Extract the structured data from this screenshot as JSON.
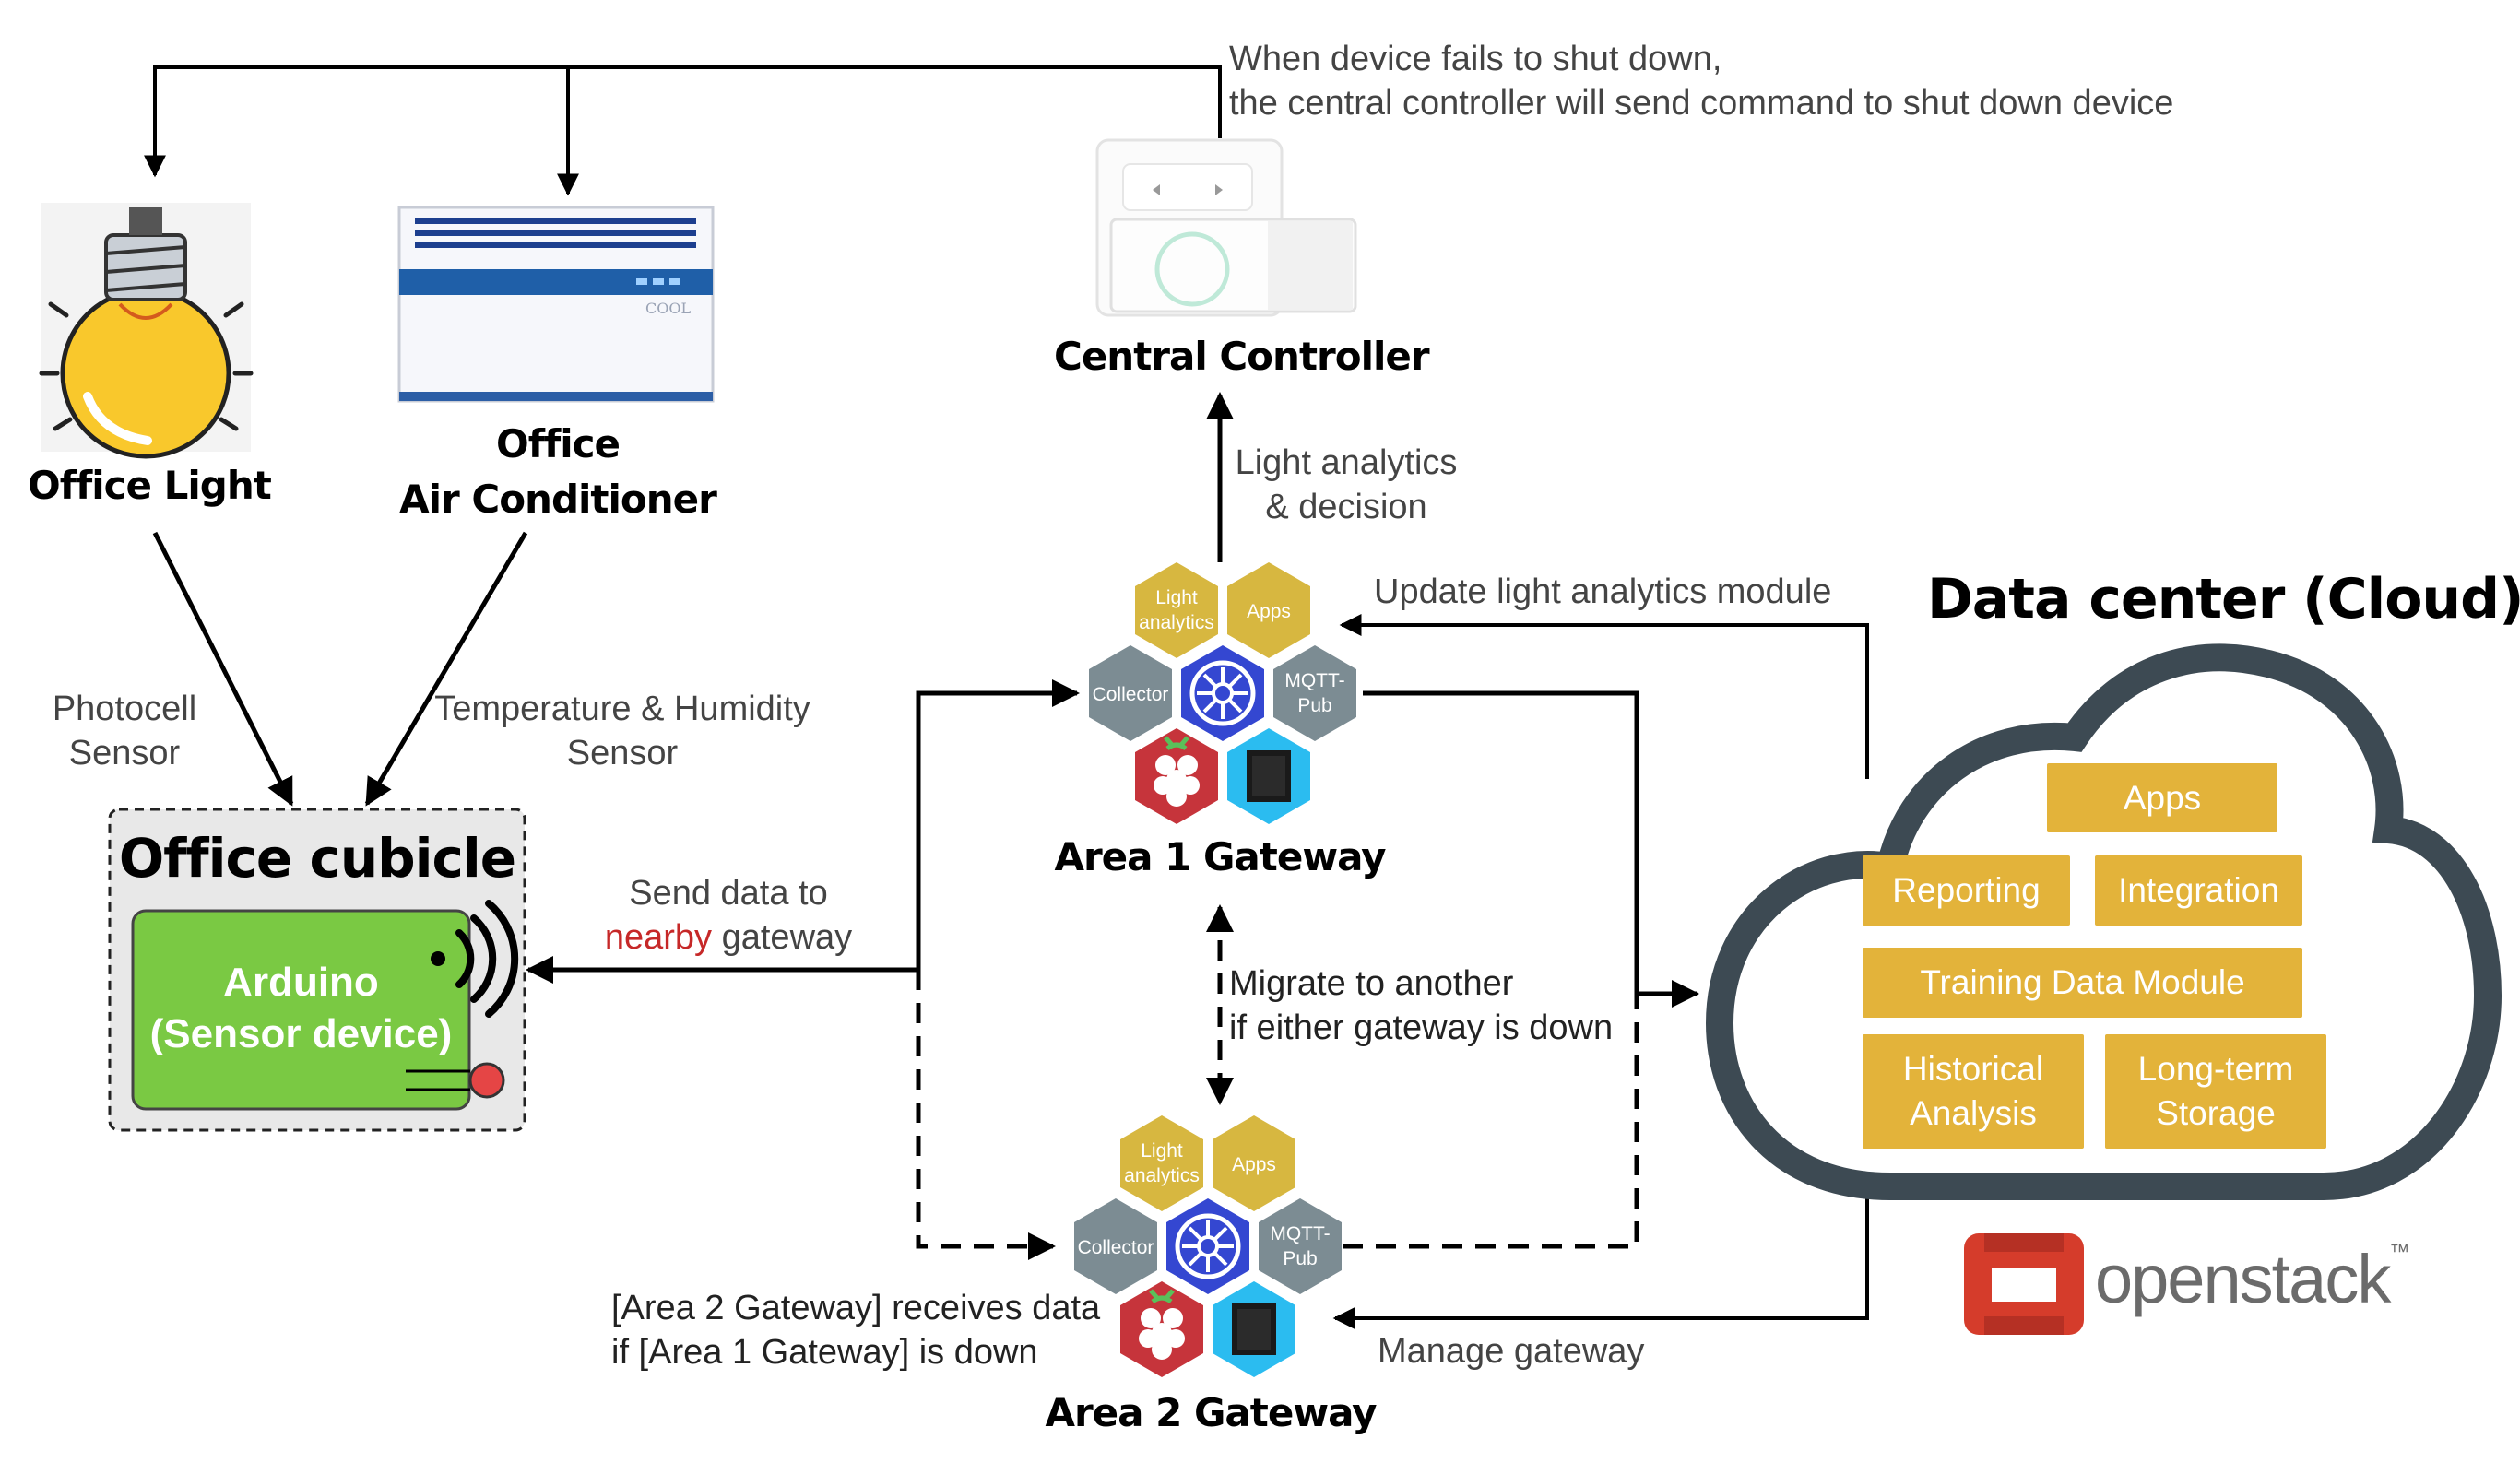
{
  "notes": {
    "shutdown_line1": "When device fails to shut down,",
    "shutdown_line2": "the central controller will send command to shut down device",
    "light_analytics_line1": "Light analytics",
    "light_analytics_line2": "& decision",
    "update_module": "Update light analytics module",
    "photocell_line1": "Photocell",
    "photocell_line2": "Sensor",
    "temp_line1": "Temperature & Humidity",
    "temp_line2": "Sensor",
    "send_line1": "Send data to",
    "send_highlight": "nearby",
    "send_rest": " gateway",
    "migrate_line1": "Migrate to another",
    "migrate_line2": "if either gateway is down",
    "area2_note_line1": "[Area 2 Gateway] receives data",
    "area2_note_line2": "if [Area 1 Gateway] is down",
    "manage_gateway": "Manage gateway"
  },
  "devices": {
    "office_light": "Office Light",
    "ac_line1": "Office",
    "ac_line2": "Air Conditioner",
    "ac_panel_text": "COOL",
    "central_controller": "Central Controller"
  },
  "cubicle": {
    "title": "Office cubicle",
    "arduino_line1": "Arduino",
    "arduino_line2": "(Sensor device)"
  },
  "gateways": {
    "area1": "Area 1 Gateway",
    "area2": "Area 2 Gateway",
    "hex_light_line1": "Light",
    "hex_light_line2": "analytics",
    "hex_apps": "Apps",
    "hex_collector": "Collector",
    "hex_mqtt_line1": "MQTT-",
    "hex_mqtt_line2": "Pub"
  },
  "cloud": {
    "title": "Data center (Cloud)",
    "apps": "Apps",
    "reporting": "Reporting",
    "integration": "Integration",
    "training": "Training Data Module",
    "historical_line1": "Historical",
    "historical_line2": "Analysis",
    "longterm_line1": "Long-term",
    "longterm_line2": "Storage",
    "logo_text": "openstack",
    "logo_tm": "™"
  },
  "colors": {
    "cloud_box": "#e3b33a",
    "cloud_outline": "#3d4a53",
    "arduino_green": "#7ac943",
    "hex_gold": "#d7b740",
    "hex_gray": "#7c8c93",
    "hex_k8s": "#3447d1",
    "hex_pi": "#c6343b",
    "hex_cyan": "#2bbcf0",
    "openstack_red": "#d53c2b"
  }
}
